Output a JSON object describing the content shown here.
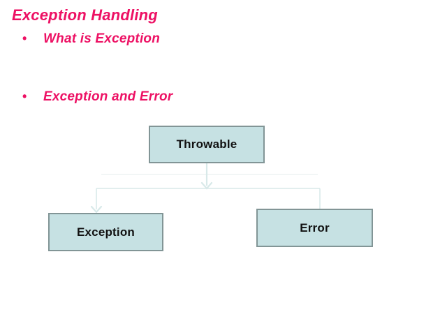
{
  "slide": {
    "title": "Exception Handling",
    "bullet_char": "•",
    "bullets": [
      {
        "label": "What is Exception"
      },
      {
        "label": "Exception and Error"
      }
    ]
  },
  "diagram": {
    "nodes": [
      {
        "id": "throwable",
        "label": "Throwable"
      },
      {
        "id": "exception",
        "label": "Exception"
      },
      {
        "id": "error",
        "label": "Error"
      }
    ],
    "edges": [
      {
        "from": "throwable",
        "to": "exception"
      },
      {
        "from": "throwable",
        "to": "error"
      }
    ]
  },
  "colors": {
    "background": "#FFFFFF",
    "title_text": "#ED1164",
    "bullet_text": "#ED1164",
    "node_fill": "#C6E1E3",
    "node_border": "#829596",
    "node_text": "#111111",
    "connector": "#D8E9E9",
    "connector_faint": "#EDF4F4"
  }
}
